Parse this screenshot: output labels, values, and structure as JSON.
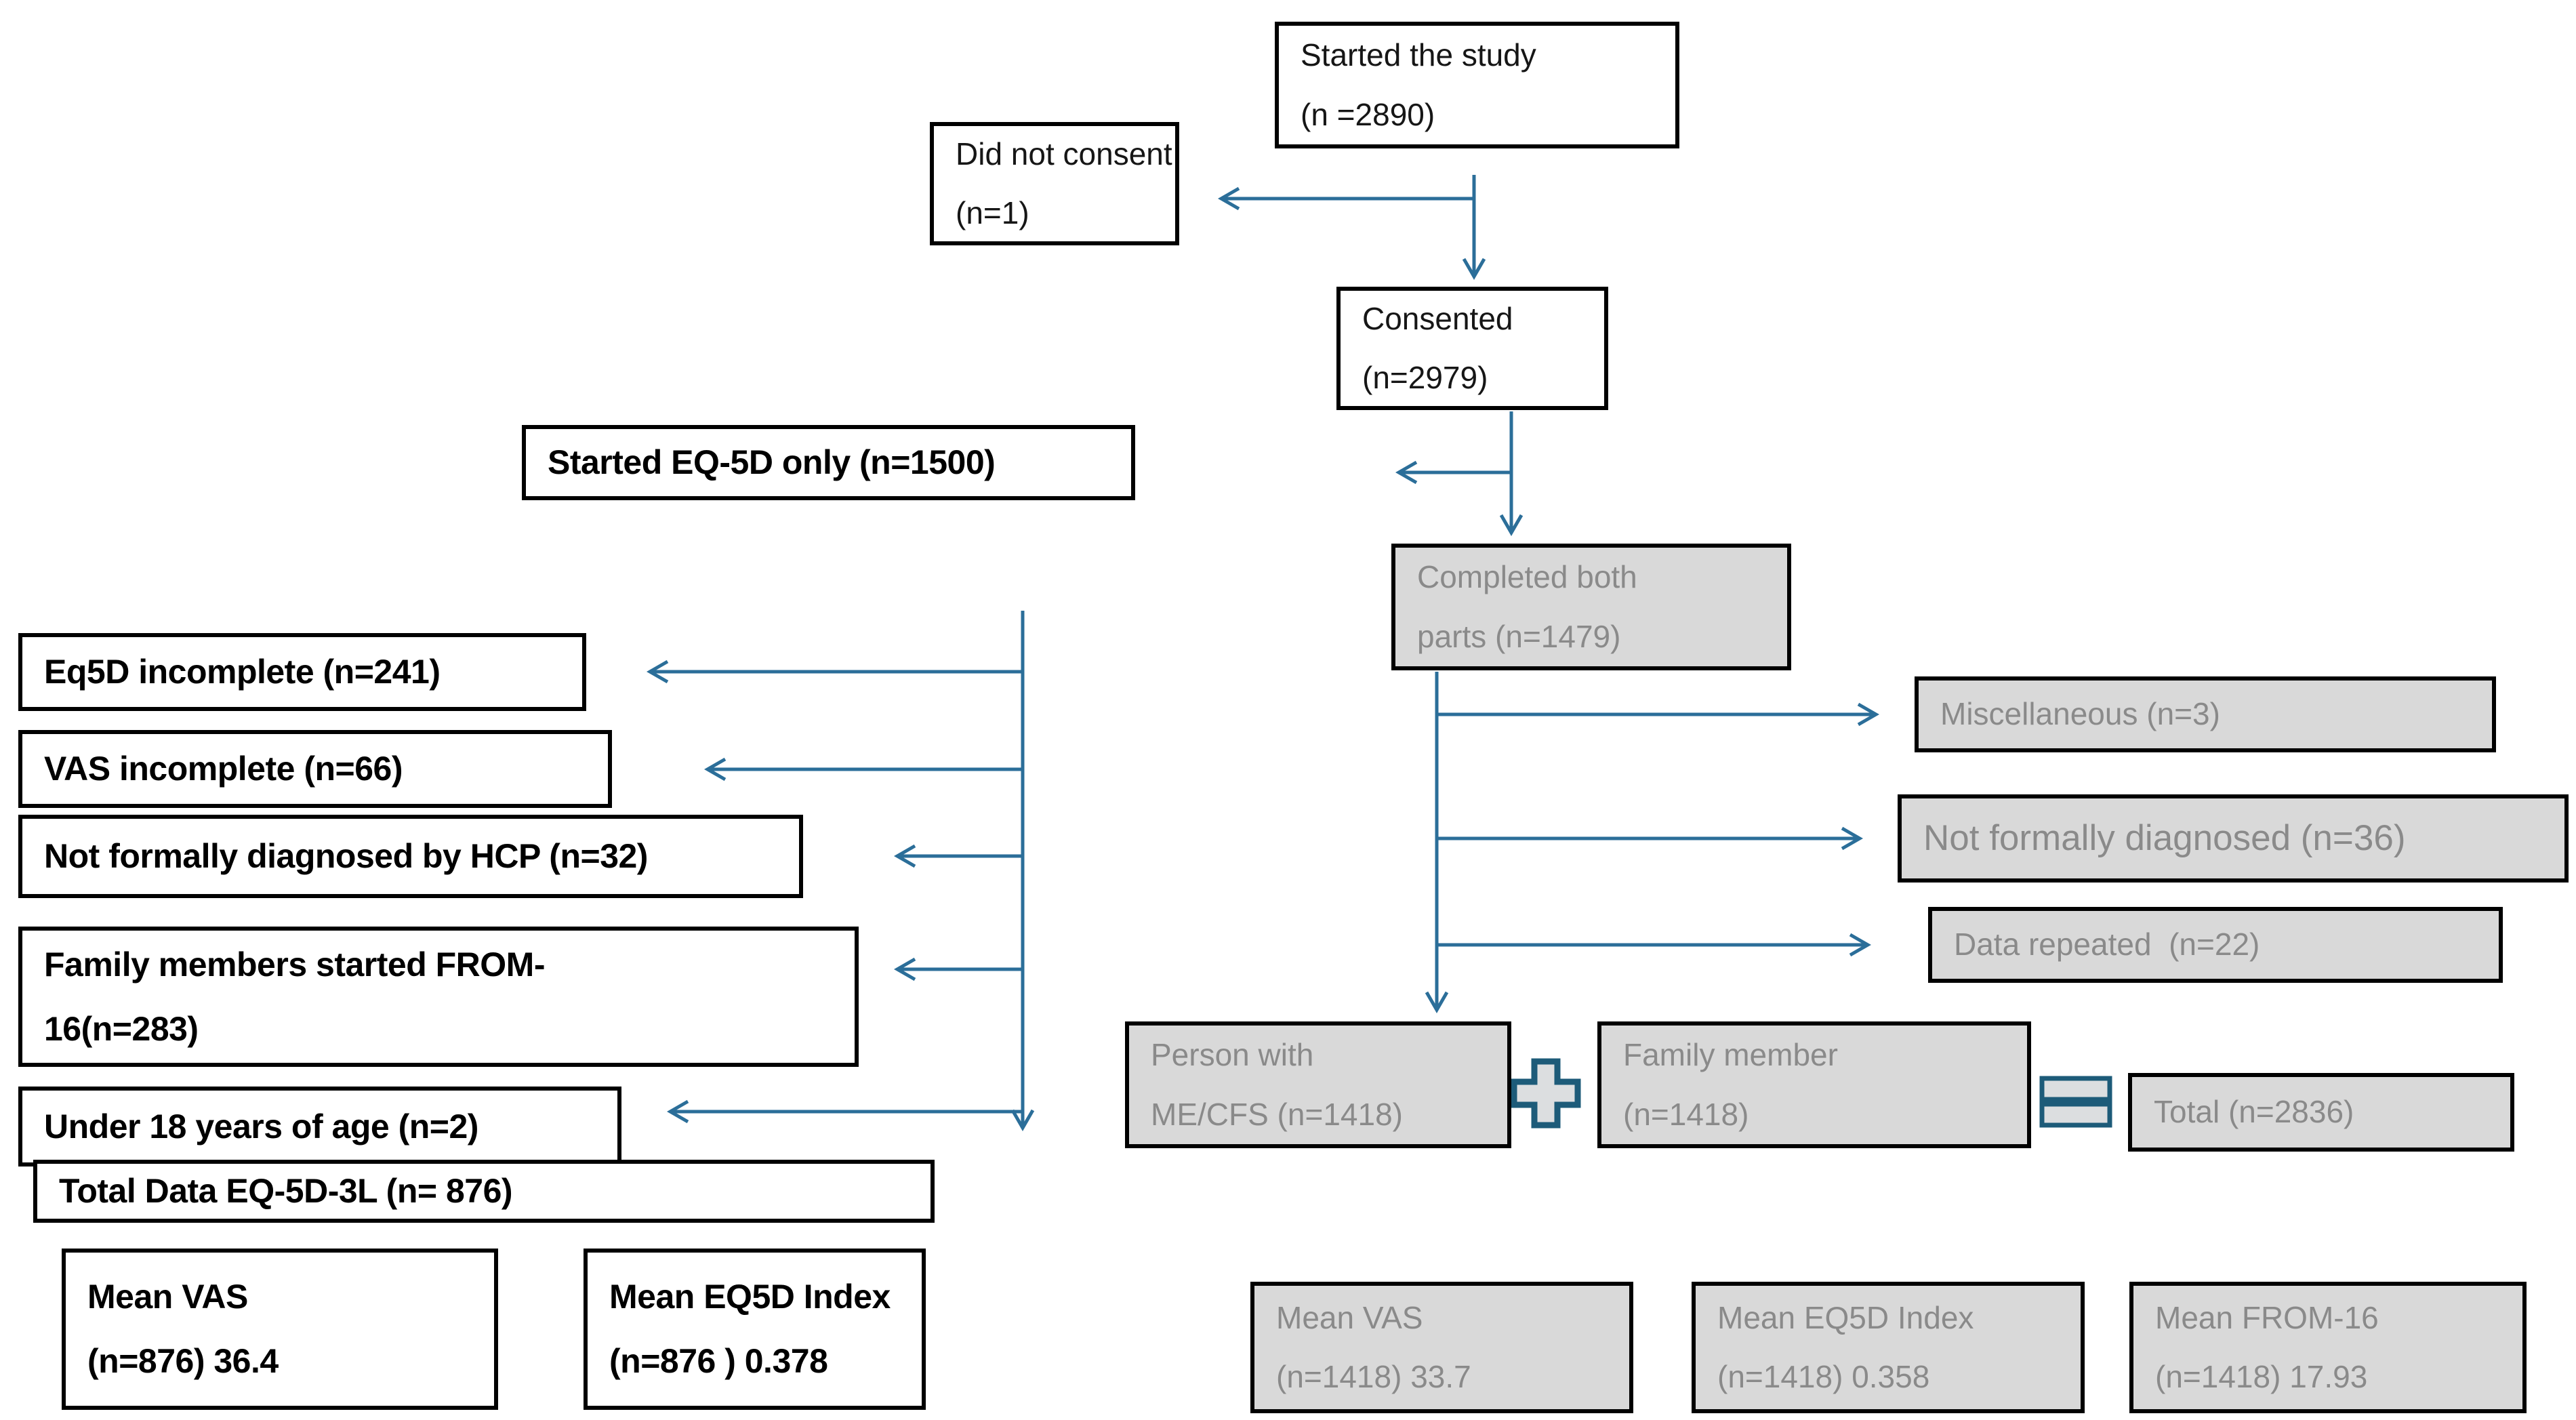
{
  "colors": {
    "accent_blue": "#2b6e99",
    "shape_outline": "#1d5b79",
    "gray_fill": "#d9d9d9",
    "gray_text": "#8a8a8a",
    "box_border": "#000000",
    "background": "#ffffff"
  },
  "flowchart": {
    "boxes": {
      "started_study": {
        "lines": [
          "Started the study",
          "(n =2890)"
        ]
      },
      "did_not_consent": {
        "lines": [
          "Did not consent",
          "(n=1)"
        ]
      },
      "consented": {
        "lines": [
          "Consented",
          "(n=2979)"
        ]
      },
      "started_eq5d_only": {
        "lines": [
          "Started EQ-5D only (n=1500)"
        ]
      },
      "completed_both": {
        "lines": [
          "Completed both",
          "parts (n=1479)"
        ]
      },
      "miscellaneous": {
        "lines": [
          "Miscellaneous (n=3)"
        ]
      },
      "not_formally_diagnosed": {
        "lines": [
          "Not formally diagnosed (n=36)"
        ]
      },
      "data_repeated": {
        "lines": [
          "Data repeated  (n=22)"
        ]
      },
      "eq5d_incomplete": {
        "lines": [
          "Eq5D incomplete (n=241)"
        ]
      },
      "vas_incomplete": {
        "lines": [
          "VAS incomplete (n=66)"
        ]
      },
      "not_formally_hcp": {
        "lines": [
          "Not formally diagnosed by HCP (n=32)"
        ]
      },
      "family_started_from16": {
        "lines": [
          "Family members started FROM-",
          "16(n=283)"
        ]
      },
      "under_18": {
        "lines": [
          "Under 18 years of age (n=2)"
        ]
      },
      "total_eq5d3l": {
        "lines": [
          "Total Data EQ-5D-3L (n= 876)"
        ]
      },
      "mean_vas_left": {
        "lines": [
          "Mean VAS",
          "(n=876) 36.4"
        ]
      },
      "mean_eq5d_left": {
        "lines": [
          "Mean EQ5D Index",
          "(n=876 ) 0.378"
        ]
      },
      "person_mecfs": {
        "lines": [
          "Person with",
          "ME/CFS (n=1418)"
        ]
      },
      "family_member": {
        "lines": [
          "Family member",
          "(n=1418)"
        ]
      },
      "total_2836": {
        "lines": [
          "Total (n=2836)"
        ]
      },
      "mean_vas_right": {
        "lines": [
          "Mean VAS",
          "(n=1418) 33.7"
        ]
      },
      "mean_eq5d_right": {
        "lines": [
          "Mean EQ5D Index",
          "(n=1418) 0.358"
        ]
      },
      "mean_from16_right": {
        "lines": [
          "Mean FROM-16",
          "(n=1418) 17.93"
        ]
      }
    },
    "operators": {
      "plus": "+",
      "equals": "="
    }
  }
}
